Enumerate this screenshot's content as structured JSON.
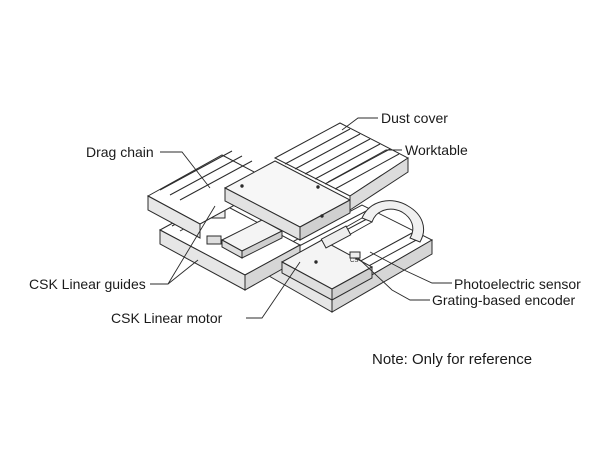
{
  "labels": {
    "dust_cover": "Dust cover",
    "drag_chain": "Drag chain",
    "worktable": "Worktable",
    "linear_guides": "CSK Linear guides",
    "photoelectric_sensor": "Photoelectric sensor",
    "grating_encoder": "Grating-based encoder",
    "linear_motor": "CSK Linear motor"
  },
  "note": "Note: Only for reference",
  "colors": {
    "line": "#2b2b2b",
    "face_light": "#ffffff",
    "face_mid": "#ececec",
    "face_dark": "#d2d2d2"
  }
}
